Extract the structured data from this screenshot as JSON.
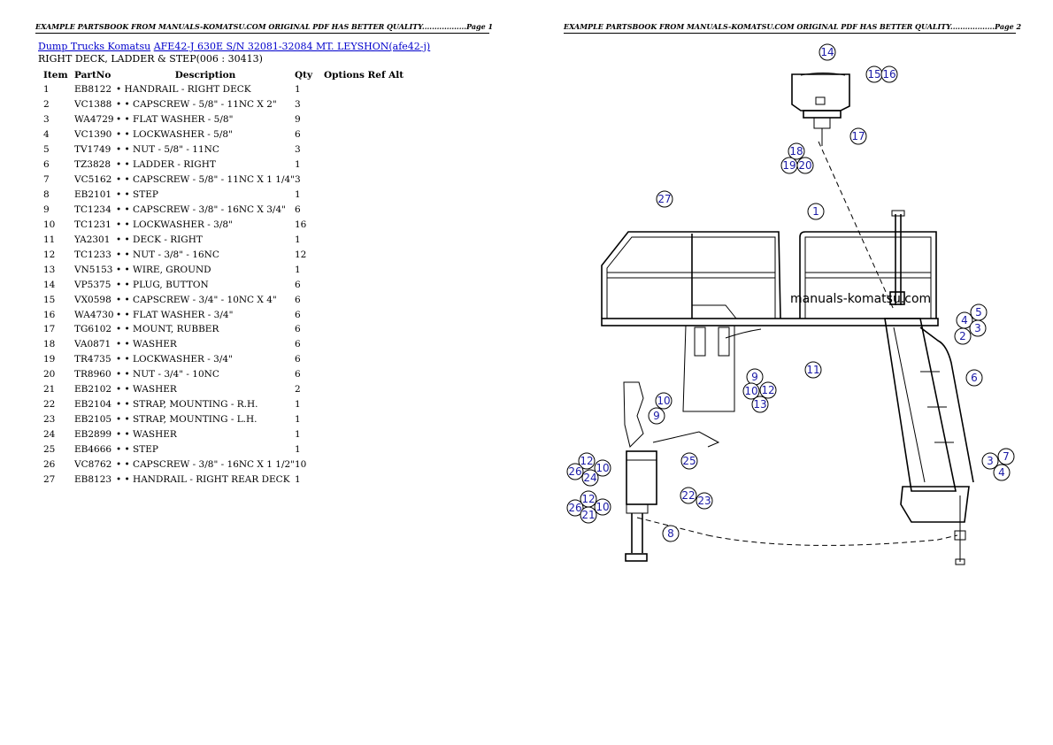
{
  "header_left": "EXAMPLE PARTSBOOK FROM MANUALS-KOMATSU.COM ORIGINAL PDF HAS BETTER QUALITY..................Page 1",
  "header_right": "EXAMPLE PARTSBOOK FROM MANUALS-KOMATSU.COM ORIGINAL PDF HAS BETTER QUALITY..................Page 2",
  "breadcrumb": {
    "link1": "Dump Trucks Komatsu",
    "link2": "AFE42-J 630E S/N 32081-32084 MT. LEYSHON(afe42-j)"
  },
  "section_title": "RIGHT DECK, LADDER & STEP(006 : 30413)",
  "columns": {
    "item": "Item",
    "part": "PartNo",
    "desc": "Description",
    "qty": "Qty",
    "options": "Options Ref Alt"
  },
  "parts": [
    {
      "item": "1",
      "part": "EB8122",
      "desc": "• HANDRAIL - RIGHT DECK",
      "qty": "1"
    },
    {
      "item": "2",
      "part": "VC1388",
      "desc": "• • CAPSCREW - 5/8\" - 11NC X 2\"",
      "qty": "3"
    },
    {
      "item": "3",
      "part": "WA4729",
      "desc": "• • FLAT WASHER - 5/8\"",
      "qty": "9"
    },
    {
      "item": "4",
      "part": "VC1390",
      "desc": "• • LOCKWASHER - 5/8\"",
      "qty": "6"
    },
    {
      "item": "5",
      "part": "TV1749",
      "desc": "• • NUT - 5/8\" - 11NC",
      "qty": "3"
    },
    {
      "item": "6",
      "part": "TZ3828",
      "desc": "• • LADDER - RIGHT",
      "qty": "1"
    },
    {
      "item": "7",
      "part": "VC5162",
      "desc": "• • CAPSCREW - 5/8\" - 11NC X 1 1/4\"",
      "qty": "3"
    },
    {
      "item": "8",
      "part": "EB2101",
      "desc": "• • STEP",
      "qty": "1"
    },
    {
      "item": "9",
      "part": "TC1234",
      "desc": "• • CAPSCREW - 3/8\" - 16NC X 3/4\"",
      "qty": "6"
    },
    {
      "item": "10",
      "part": "TC1231",
      "desc": "• • LOCKWASHER - 3/8\"",
      "qty": "16"
    },
    {
      "item": "11",
      "part": "YA2301",
      "desc": "• • DECK - RIGHT",
      "qty": "1"
    },
    {
      "item": "12",
      "part": "TC1233",
      "desc": "• • NUT - 3/8\" - 16NC",
      "qty": "12"
    },
    {
      "item": "13",
      "part": "VN5153",
      "desc": "• • WIRE, GROUND",
      "qty": "1"
    },
    {
      "item": "14",
      "part": "VP5375",
      "desc": "• • PLUG, BUTTON",
      "qty": "6"
    },
    {
      "item": "15",
      "part": "VX0598",
      "desc": "• • CAPSCREW - 3/4\" - 10NC X 4\"",
      "qty": "6"
    },
    {
      "item": "16",
      "part": "WA4730",
      "desc": "• • FLAT WASHER - 3/4\"",
      "qty": "6"
    },
    {
      "item": "17",
      "part": "TG6102",
      "desc": "• • MOUNT, RUBBER",
      "qty": "6"
    },
    {
      "item": "18",
      "part": "VA0871",
      "desc": "• • WASHER",
      "qty": "6"
    },
    {
      "item": "19",
      "part": "TR4735",
      "desc": "• • LOCKWASHER - 3/4\"",
      "qty": "6"
    },
    {
      "item": "20",
      "part": "TR8960",
      "desc": "• • NUT - 3/4\" - 10NC",
      "qty": "6"
    },
    {
      "item": "21",
      "part": "EB2102",
      "desc": "• • WASHER",
      "qty": "2"
    },
    {
      "item": "22",
      "part": "EB2104",
      "desc": "• • STRAP, MOUNTING - R.H.",
      "qty": "1"
    },
    {
      "item": "23",
      "part": "EB2105",
      "desc": "• • STRAP, MOUNTING - L.H.",
      "qty": "1"
    },
    {
      "item": "24",
      "part": "EB2899",
      "desc": "• • WASHER",
      "qty": "1"
    },
    {
      "item": "25",
      "part": "EB4666",
      "desc": "• • STEP",
      "qty": "1"
    },
    {
      "item": "26",
      "part": "VC8762",
      "desc": "• • CAPSCREW - 3/8\" - 16NC X 1 1/2\"",
      "qty": "10"
    },
    {
      "item": "27",
      "part": "EB8123",
      "desc": "• • HANDRAIL - RIGHT REAR DECK",
      "qty": "1"
    }
  ],
  "watermark": "manuals-komatsu.com",
  "callouts": [
    "14",
    "15",
    "16",
    "17",
    "18",
    "19",
    "20",
    "27",
    "1",
    "4",
    "5",
    "2",
    "3",
    "9",
    "10",
    "12",
    "13",
    "11",
    "6",
    "10",
    "9",
    "25",
    "12",
    "10",
    "26",
    "24",
    "22",
    "23",
    "12",
    "26",
    "10",
    "21",
    "8",
    "3",
    "7",
    "4"
  ]
}
